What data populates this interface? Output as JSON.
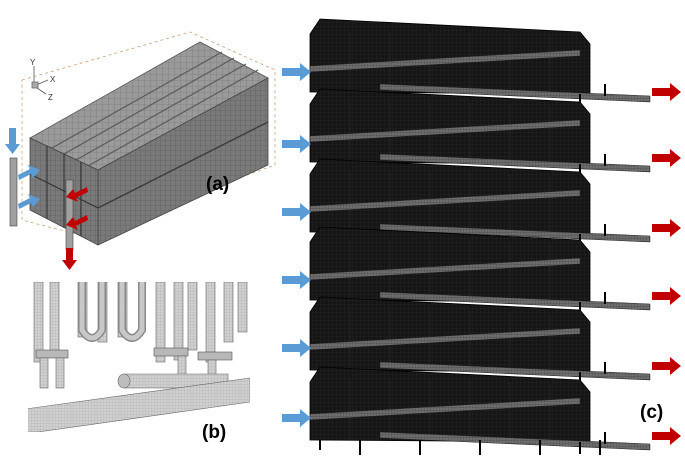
{
  "panels": {
    "a": {
      "label": "(a)",
      "axes": {
        "y": "Y",
        "x": "X",
        "z": "Z"
      }
    },
    "b": {
      "label": "(b)"
    },
    "c": {
      "label": "(c)"
    }
  },
  "colors": {
    "inlet_arrow": "#5b9bd5",
    "outlet_arrow": "#c00000",
    "module_mesh": "#141414",
    "pack_mesh": "#8a8a8a",
    "pipe": "#7f7f7f"
  }
}
